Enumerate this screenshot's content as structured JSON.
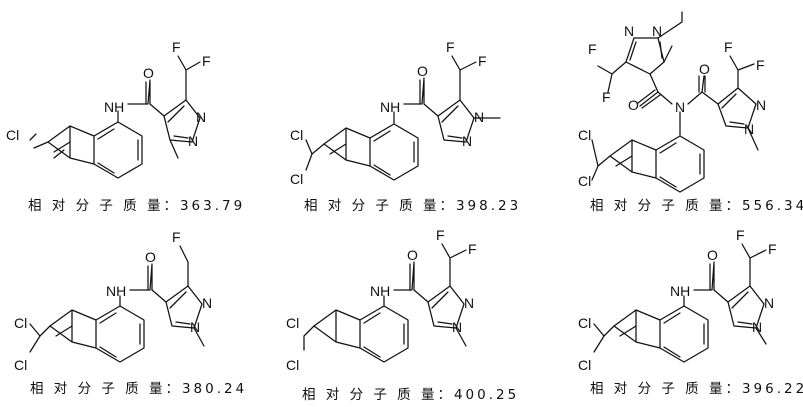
{
  "caption_prefix": "相 对 分 子 质 量：",
  "compounds": [
    {
      "mw": "363.79",
      "atoms": {
        "f1": "F",
        "f2": "F",
        "o": "O",
        "nh": "NH",
        "n1": "N",
        "n2": "N",
        "cl1": "Cl"
      }
    },
    {
      "mw": "398.23",
      "atoms": {
        "f1": "F",
        "f2": "F",
        "o": "O",
        "nh": "NH",
        "n1": "N",
        "n2": "N",
        "cl1": "Cl",
        "cl2": "Cl"
      }
    },
    {
      "mw": "556.34",
      "atoms": {
        "f1": "F",
        "f2": "F",
        "f3": "F",
        "f4": "F",
        "o1": "O",
        "o2": "O",
        "n_amide": "N",
        "n1": "N",
        "n2": "N",
        "n3": "N",
        "n4": "N",
        "cl1": "Cl",
        "cl2": "Cl"
      }
    },
    {
      "mw": "380.24",
      "atoms": {
        "f1": "F",
        "o": "O",
        "nh": "NH",
        "n1": "N",
        "n2": "N",
        "cl1": "Cl",
        "cl2": "Cl"
      }
    },
    {
      "mw": "400.25",
      "atoms": {
        "f1": "F",
        "f2": "F",
        "o": "O",
        "nh": "NH",
        "n1": "N",
        "n2": "N",
        "cl1": "Cl",
        "cl2": "Cl"
      }
    },
    {
      "mw": "396.22",
      "atoms": {
        "f1": "F",
        "f2": "F",
        "o": "O",
        "nh": "NH",
        "n1": "N",
        "n2": "N",
        "cl1": "Cl",
        "cl2": "Cl"
      }
    }
  ]
}
